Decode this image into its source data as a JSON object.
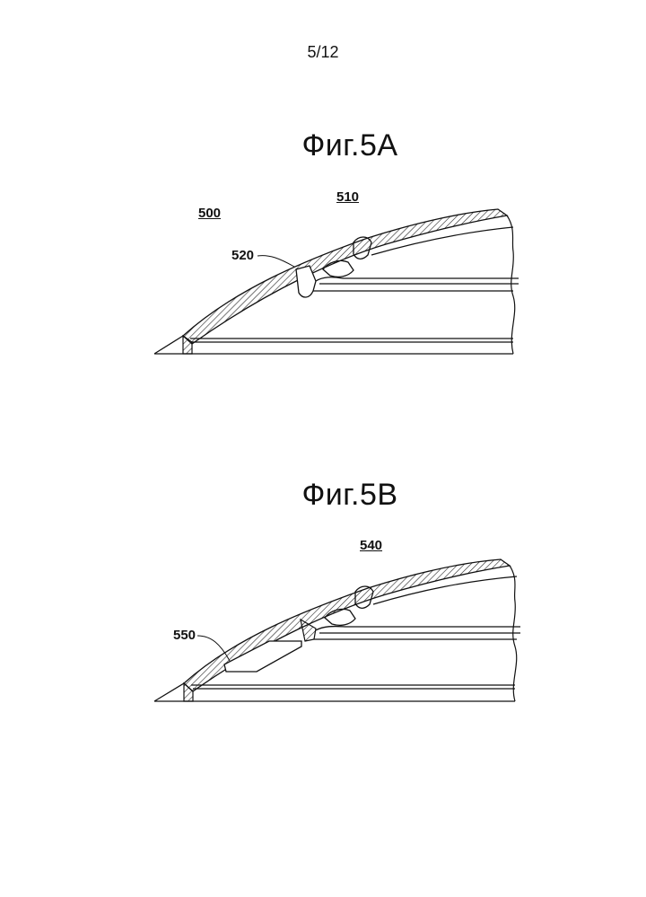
{
  "page": {
    "number": "5/12"
  },
  "figure_a": {
    "title": "Фиг.5A",
    "labels": {
      "assembly": "500",
      "outer_shell": "510",
      "inner_lip": "520"
    }
  },
  "figure_b": {
    "title": "Фиг.5B",
    "labels": {
      "outer_shell": "540",
      "insert": "550"
    }
  }
}
